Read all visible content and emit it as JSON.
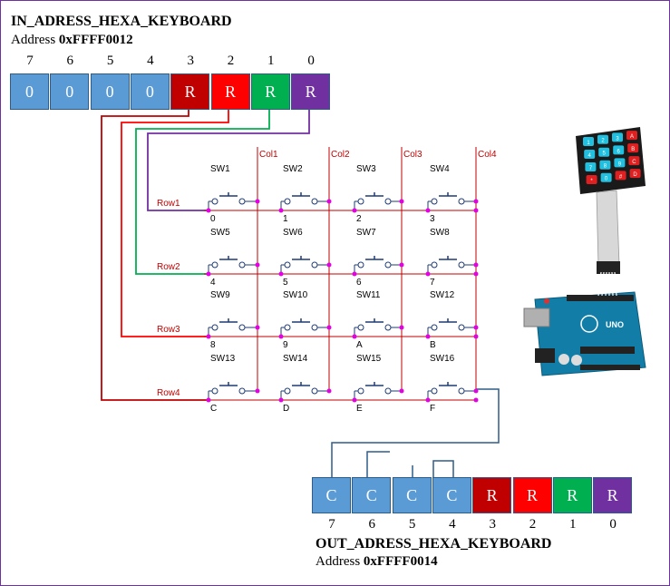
{
  "in_register": {
    "title": "IN_ADRESS_HEXA_KEYBOARD",
    "address_prefix": "Address ",
    "address_value": "0xFFFF0012",
    "bits": [
      "7",
      "6",
      "5",
      "4",
      "3",
      "2",
      "1",
      "0"
    ],
    "cells": [
      "0",
      "0",
      "0",
      "0",
      "R",
      "R",
      "R",
      "R"
    ]
  },
  "out_register": {
    "title": "OUT_ADRESS_HEXA_KEYBOARD",
    "address_prefix": "Address ",
    "address_value": "0xFFFF0014",
    "bits": [
      "7",
      "6",
      "5",
      "4",
      "3",
      "2",
      "1",
      "0"
    ],
    "cells": [
      "C",
      "C",
      "C",
      "C",
      "R",
      "R",
      "R",
      "R"
    ]
  },
  "cell_colors": {
    "blue": "#5b9bd5",
    "dark_red": "#c00000",
    "red": "#ff0000",
    "green": "#00b050",
    "purple": "#7030a0"
  },
  "matrix": {
    "cols": [
      "Col1",
      "Col2",
      "Col3",
      "Col4"
    ],
    "rows": [
      "Row1",
      "Row2",
      "Row3",
      "Row4"
    ],
    "switches": [
      [
        "SW1",
        "SW2",
        "SW3",
        "SW4"
      ],
      [
        "SW5",
        "SW6",
        "SW7",
        "SW8"
      ],
      [
        "SW9",
        "SW10",
        "SW11",
        "SW12"
      ],
      [
        "SW13",
        "SW14",
        "SW15",
        "SW16"
      ]
    ],
    "keys": [
      [
        "0",
        "1",
        "2",
        "3"
      ],
      [
        "4",
        "5",
        "6",
        "7"
      ],
      [
        "8",
        "9",
        "A",
        "B"
      ],
      [
        "C",
        "D",
        "E",
        "F"
      ]
    ]
  },
  "keypad_keys": [
    "1",
    "2",
    "3",
    "A",
    "4",
    "5",
    "6",
    "B",
    "7",
    "8",
    "9",
    "C",
    "*",
    "0",
    "#",
    "D"
  ],
  "arduino": {
    "board_label": "UNO"
  }
}
